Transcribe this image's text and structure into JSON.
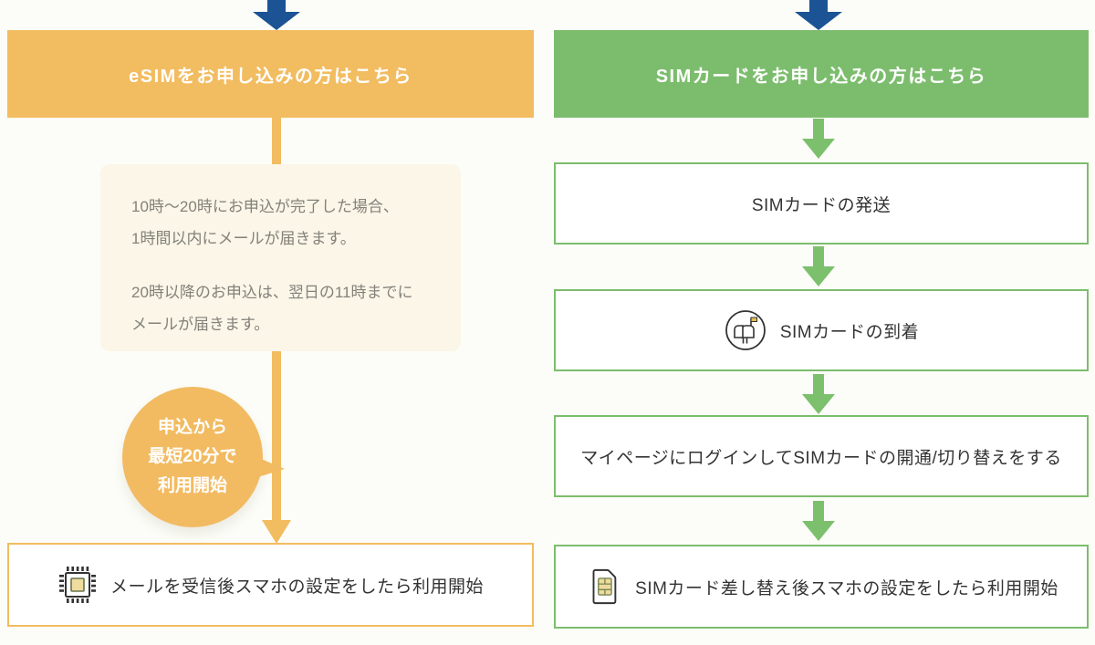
{
  "page": {
    "background": "#FCFDF8"
  },
  "colors": {
    "orange": "#F2BC60",
    "orange_pale_bg": "#FBF6E7",
    "green": "#7CBD6D",
    "navy_arrow": "#1B5394",
    "text_dark": "#333333",
    "text_gray": "#83817A",
    "white": "#FFFFFF"
  },
  "icons": {
    "entry": "down-arrow-icon",
    "esim_final": "esim-chip-icon",
    "sim_arrival": "mailbox-icon",
    "sim_final": "sim-card-icon"
  },
  "esim_flow": {
    "header": "eSIMをお申し込みの方はこちら",
    "note_paragraphs": [
      [
        "10時〜20時にお申込が完了した場合、",
        "1時間以内にメールが届きます。"
      ],
      [
        "20時以降のお申込は、翌日の11時までに",
        "メールが届きます。"
      ]
    ],
    "bubble_lines": [
      "申込から",
      "最短20分で",
      "利用開始"
    ],
    "final_step": {
      "label": "メールを受信後スマホの設定をしたら利用開始"
    }
  },
  "sim_flow": {
    "header": "SIMカードをお申し込みの方はこちら",
    "steps": [
      {
        "label": "SIMカードの発送"
      },
      {
        "label": "SIMカードの到着"
      },
      {
        "label": "マイページにログインしてSIMカードの開通/切り替えをする"
      },
      {
        "label": "SIMカード差し替え後スマホの設定をしたら利用開始"
      }
    ]
  }
}
